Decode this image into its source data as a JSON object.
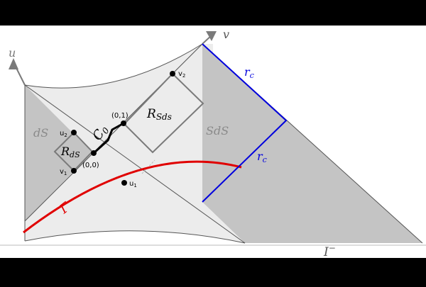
{
  "labels": {
    "u_axis": "u",
    "v_axis": "v",
    "dS": "dS",
    "SdS": "SdS",
    "R_dS": "R",
    "R_dS_sub": "dS",
    "R_Sds": "R",
    "R_Sds_sub": "Sds",
    "C0": "C",
    "C0_sub": "0",
    "Gamma": "Γ",
    "I_minus": "I",
    "I_minus_sup": "−",
    "rc_top": "r",
    "rc_top_sub": "c",
    "rc_mid": "r",
    "rc_mid_sub": "c",
    "pt_00": "(0,0)",
    "pt_01": "(0,1)",
    "u1": "u",
    "u1_sub": "1",
    "u2": "u",
    "u2_sub": "2",
    "v1": "v",
    "v1_sub": "1",
    "v2": "v",
    "v2_sub": "2"
  },
  "colors": {
    "background": "#ffffff",
    "frame": "#000000",
    "light_region": "#ececec",
    "dark_region": "#c4c4c4",
    "box_stroke": "#7a7a7a",
    "gamma": "#e00000",
    "rc_lines": "#0000dd",
    "text_gray": "#8a8a8a",
    "axis_gray": "#7a7a7a"
  }
}
